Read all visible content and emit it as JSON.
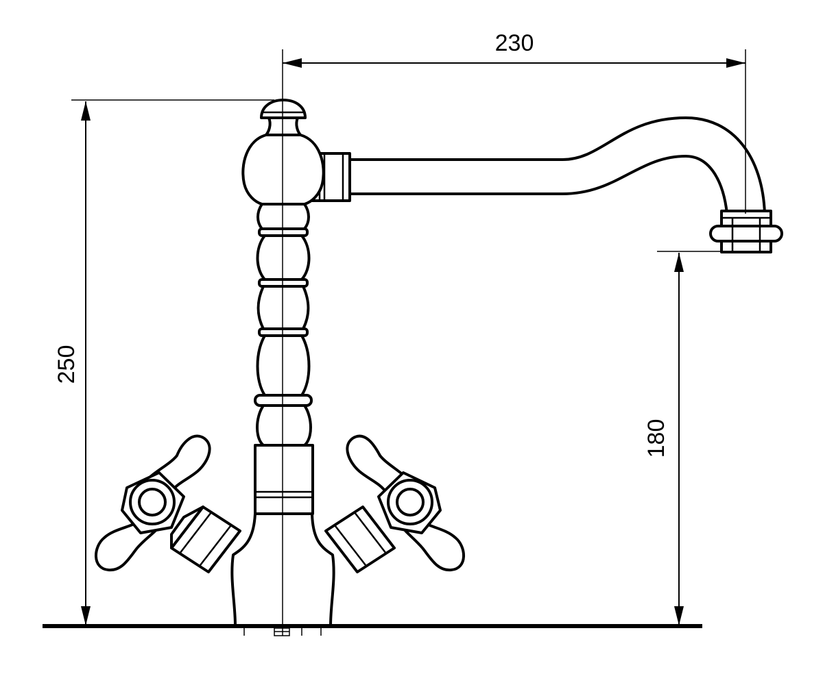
{
  "dimensions": {
    "width": "230",
    "overall_height": "250",
    "spout_height": "180"
  }
}
